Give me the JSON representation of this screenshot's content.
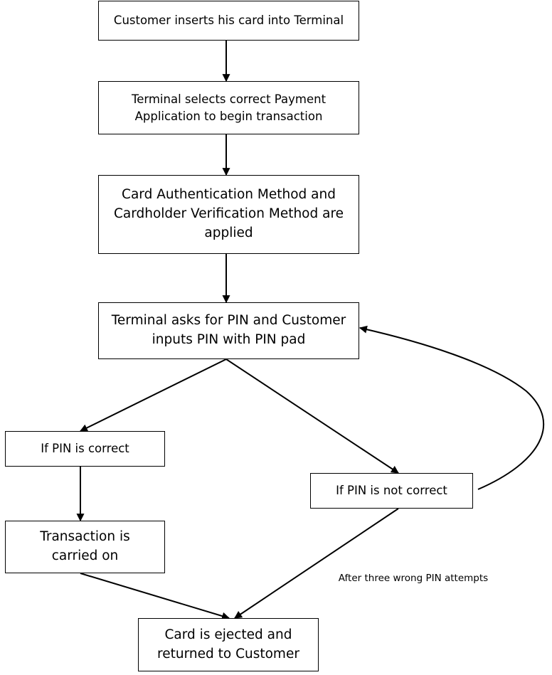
{
  "flowchart": {
    "steps": [
      "Customer inserts his card into Terminal",
      "Terminal selects correct Payment Application to begin transaction",
      "Card Authentication Method and Cardholder Verification Method are applied",
      "Terminal asks for PIN and Customer inputs PIN with PIN pad"
    ],
    "pin_correct": "If PIN is correct",
    "pin_not_correct": "If PIN is not correct",
    "transaction": "Transaction is carried on",
    "card_ejected": "Card is ejected and returned to Customer",
    "retry_note": "After three wrong PIN attempts"
  },
  "colors": {
    "stroke": "#000000",
    "background": "#ffffff"
  }
}
